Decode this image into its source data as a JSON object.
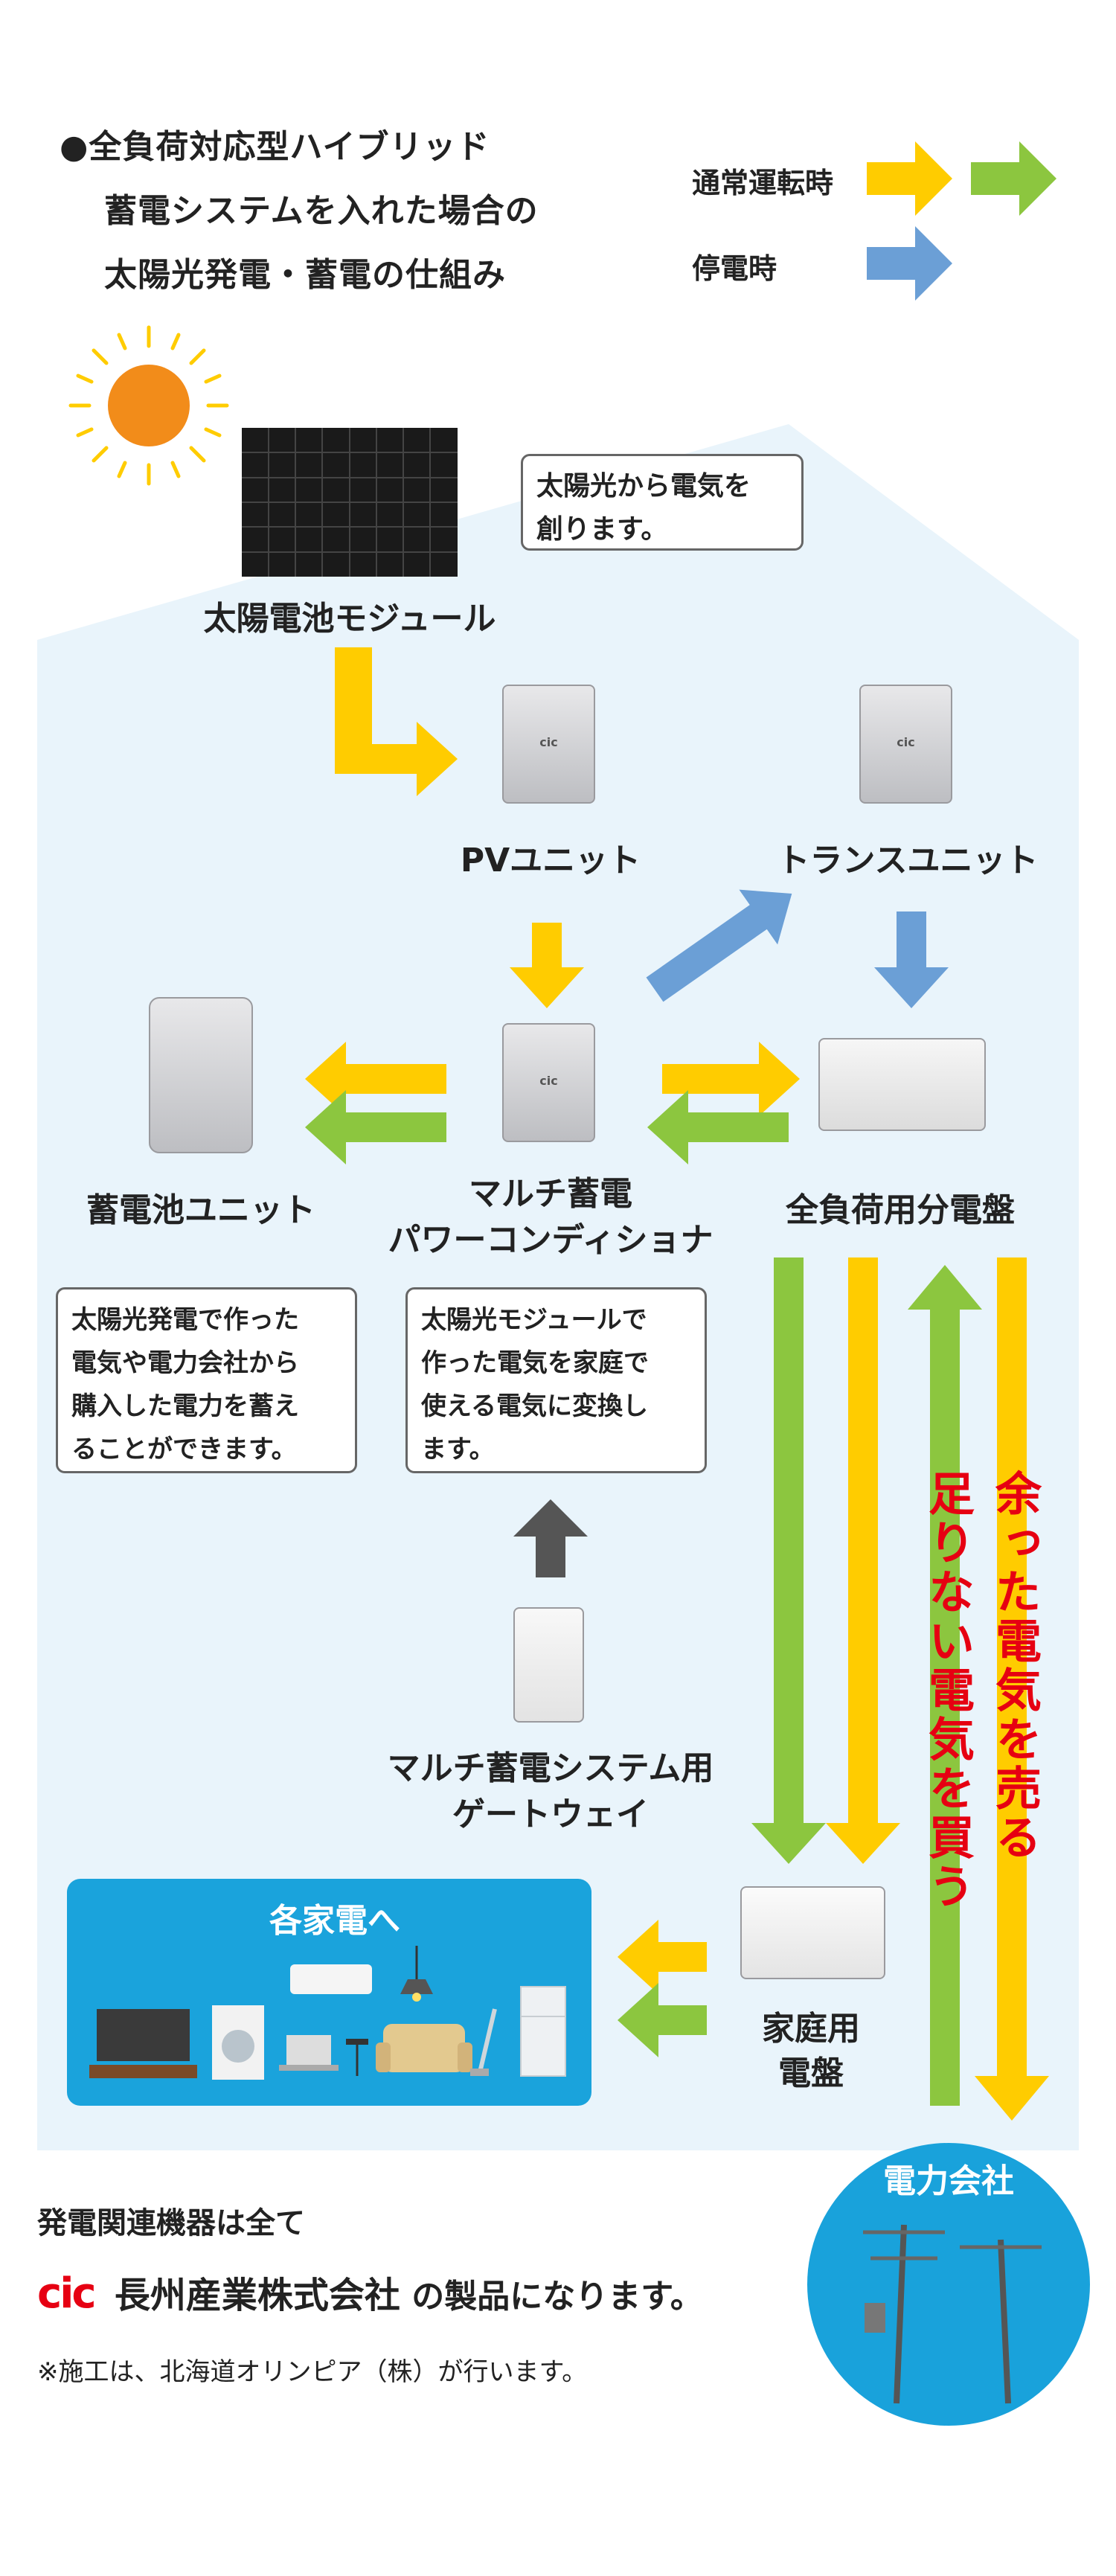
{
  "title": {
    "line1": "●全負荷対応型ハイブリッド",
    "line2": "蓄電システムを入れた場合の",
    "line3": "太陽光発電・蓄電の仕組み"
  },
  "legend": {
    "normal": "通常運転時",
    "outage": "停電時"
  },
  "bubbles": {
    "solar": "太陽光から電気を\n創ります。",
    "battery": "太陽光発電で作った\n電気や電力会社から\n購入した電力を蓄え\nることができます。",
    "inverter": "太陽光モジュールで\n作った電気を家庭で\n使える電気に変換し\nます。"
  },
  "labels": {
    "solar_module": "太陽電池モジュール",
    "pv_unit": "PVユニット",
    "trans_unit": "トランスユニット",
    "battery_unit": "蓄電池ユニット",
    "multi_pc_1": "マルチ蓄電",
    "multi_pc_2": "パワーコンディショナ",
    "full_load_panel": "全負荷用分電盤",
    "gateway_1": "マルチ蓄電システム用",
    "gateway_2": "ゲートウェイ",
    "appliances": "各家電へ",
    "home_panel_1": "家庭用",
    "home_panel_2": "電盤",
    "power_company": "電力会社",
    "sell": "余った電気を売る",
    "buy": "足りない電気を買う",
    "device_logo": "cic"
  },
  "footer": {
    "line1": "発電関連機器は全て",
    "company_logo": "cic",
    "company": "長州産業株式会社",
    "company_suffix": "の製品になります。",
    "note": "※施工は、北海道オリンピア（株）が行います。"
  },
  "colors": {
    "normal_yellow": "#ffcc00",
    "normal_green": "#8cc63f",
    "outage_blue": "#6b9fd6",
    "gray_arrow": "#555555",
    "house_bg": "#e9f4fb",
    "appliance_panel": "#1aa3dc",
    "power_circle": "#19a2db",
    "sun": "#f28c1a",
    "sell_text": "#e60012",
    "logo_red": "#e60012"
  }
}
